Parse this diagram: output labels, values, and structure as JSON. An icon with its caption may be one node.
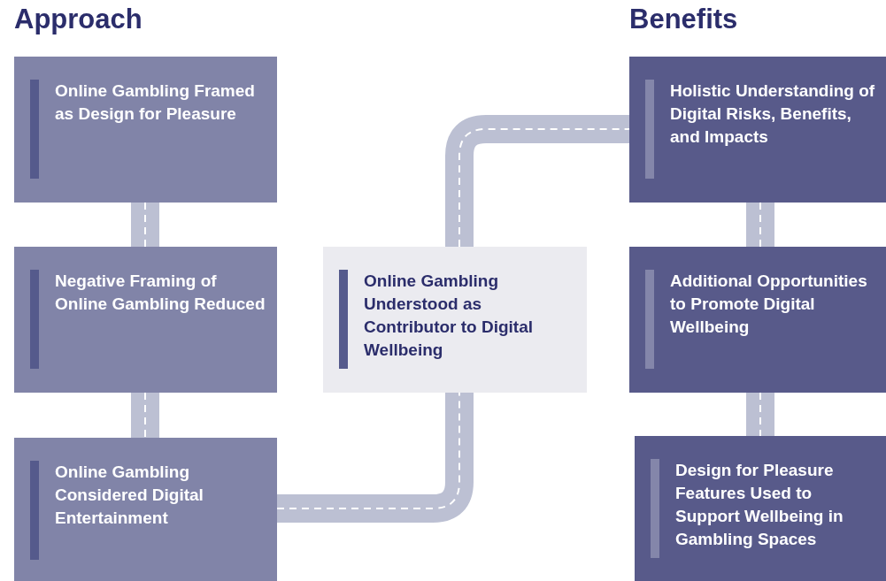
{
  "diagram": {
    "nodes": [
      {
        "text": [
          "Online Gambling Framed as Design for Pleasure"
        ]
      },
      {
        "text": [
          "Negative Framing of Online Gambling Reduced"
        ]
      },
      {
        "text": [
          "Online Gambling Considered Digital Entertainment"
        ]
      },
      {
        "text": [
          "Online Gambling Understood as Contributor to Digital Wellbeing"
        ]
      },
      {
        "text": [
          "Holistic Understanding of Digital Risks, Benefits, and Impacts"
        ]
      },
      {
        "text": [
          "Additional Opportunities to Promote Digital Wellbeing"
        ]
      },
      {
        "text": [
          "Design for Pleasure Features Used to Support Wellbeing in Gambling Spaces"
        ]
      }
    ],
    "edges": [
      {
        "from": 0,
        "to": 1,
        "arrow": "none"
      },
      {
        "from": 1,
        "to": 2,
        "arrow": "none"
      },
      {
        "from": 2,
        "to": 3,
        "arrow": "none"
      },
      {
        "from": 3,
        "to": 4,
        "arrow": "none"
      },
      {
        "from": 4,
        "to": 5,
        "arrow": "none"
      },
      {
        "from": 5,
        "to": 6,
        "arrow": "none"
      }
    ],
    "labels": [
      "Approach",
      "Benefits"
    ]
  }
}
